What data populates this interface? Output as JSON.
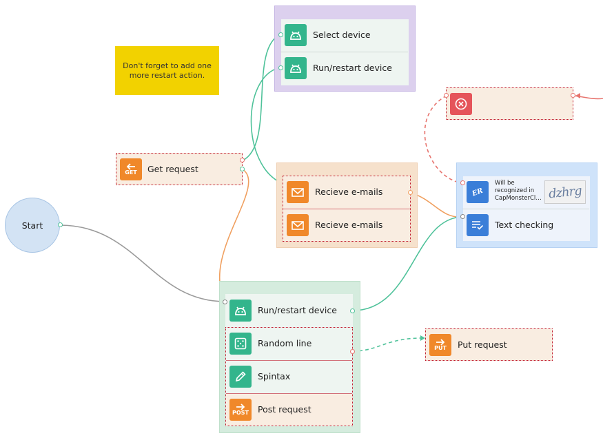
{
  "note": {
    "text": "Don't forget to add one more restart action."
  },
  "start": {
    "label": "Start"
  },
  "groups": {
    "device_group": {
      "items": [
        "Select device",
        "Run/restart device"
      ]
    },
    "email_group": {
      "items": [
        "Recieve e-mails",
        "Recieve e-mails"
      ]
    },
    "main_group": {
      "items": [
        "Run/restart device",
        "Random line",
        "Spintax",
        "Post request"
      ]
    },
    "check_group": {
      "captcha": {
        "text": "Will be recognized in CapMonsterCl…",
        "image_text": "dzhrg"
      },
      "text_checking": "Text checking"
    }
  },
  "blocks": {
    "get_request": {
      "label": "Get request",
      "verb": "GET"
    },
    "put_request": {
      "label": "Put request",
      "verb": "PUT"
    },
    "post_verb": "POST"
  },
  "colors": {
    "green": "#33b58c",
    "orange": "#f0882a",
    "blue": "#3a7ed8",
    "red": "#e5545a",
    "note": "#f2d200",
    "wire_gray": "#999999",
    "wire_green": "#4fc29a",
    "wire_orange": "#f0a060",
    "wire_red": "#e7746e"
  },
  "icons": {
    "device": "android-icon",
    "email": "envelope-icon",
    "get": "arrow-left-icon",
    "put": "arrow-right-icon",
    "post": "arrow-right-icon",
    "random": "dice-icon",
    "spintax": "pencil-icon",
    "captcha": "captcha-icon",
    "text_check": "checklist-icon",
    "error": "close-circle-icon"
  }
}
